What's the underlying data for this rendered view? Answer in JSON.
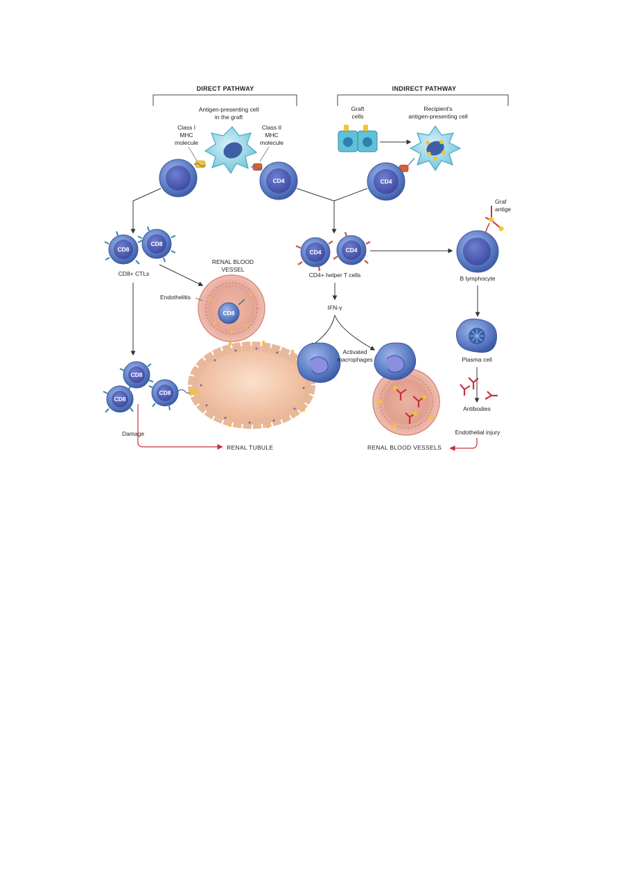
{
  "headers": {
    "direct": "DIRECT PATHWAY",
    "indirect": "INDIRECT PATHWAY"
  },
  "labels": {
    "apc_graft_line1": "Antigen-presenting cell",
    "apc_graft_line2": "in the graft",
    "class1_line1": "Class I",
    "class1_line2": "MHC",
    "class1_line3": "molecule",
    "class2_line1": "Class II",
    "class2_line2": "MHC",
    "class2_line3": "molecule",
    "graft_cells_line1": "Graft",
    "graft_cells_line2": "cells",
    "recipient_apc_line1": "Recipient's",
    "recipient_apc_line2": "antigen-presenting cell",
    "graft_antigen_line1": "Graf",
    "graft_antigen_line2": "antige",
    "cd8_ctls": "CD8+ CTLs",
    "renal_vessel_line1": "RENAL BLOOD",
    "renal_vessel_line2": "VESSEL",
    "endothelitis": "Endothelitis",
    "cd4_helper": "CD4+ helper T cells",
    "b_lymphocyte": "B lymphocyte",
    "ifn": "IFN-γ",
    "activated_line1": "Activated",
    "activated_line2": "macrophages",
    "plasma_cell": "Plasma cell",
    "antibodies": "Antibodies",
    "damage": "Damage",
    "endothelial_injury": "Endothelial injury",
    "renal_tubule": "RENAL TUBULE",
    "renal_blood_vessels": "RENAL BLOOD VESSELS"
  },
  "cell_tags": {
    "cd4": "CD4",
    "cd8": "CD8"
  },
  "colors": {
    "tcell_outer": "#5b7fc4",
    "tcell_inner": "#3f55a8",
    "apc": "#8fd0e0",
    "tubule": "#f2c3a6",
    "vessel": "#e7a89b",
    "red_arrow": "#c8323a",
    "antigen": "#f2c531"
  }
}
